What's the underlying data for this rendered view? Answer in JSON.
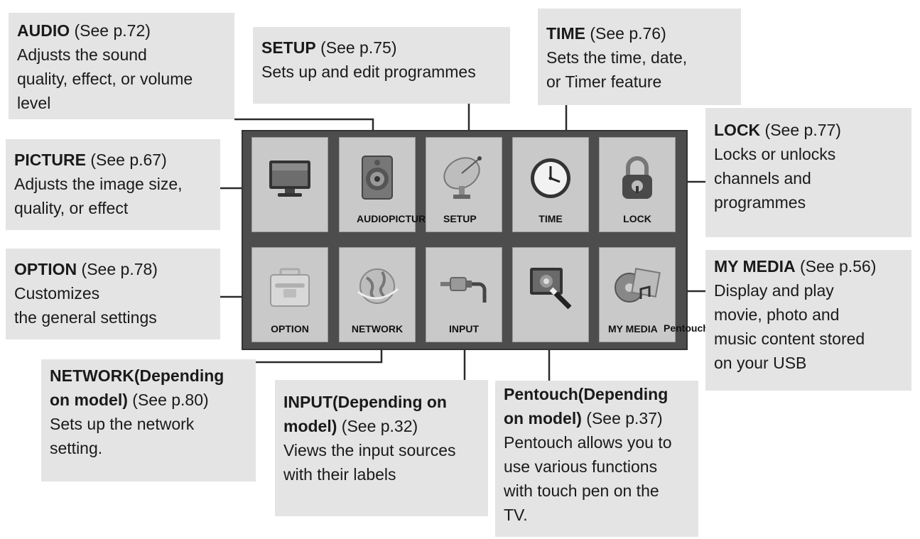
{
  "callouts": {
    "audio": {
      "title": "AUDIO",
      "ref": " (See p.72)",
      "lines": [
        "Adjusts the sound",
        "quality, effect, or volume",
        "level"
      ]
    },
    "setup": {
      "title": "SETUP",
      "ref": " (See p.75)",
      "lines": [
        "Sets up and edit programmes"
      ]
    },
    "time": {
      "title": "TIME",
      "ref": " (See p.76)",
      "lines": [
        "Sets the time, date,",
        "or Timer feature"
      ]
    },
    "lock": {
      "title": "LOCK",
      "ref": " (See p.77)",
      "lines": [
        "Locks or unlocks",
        "channels and",
        "programmes"
      ]
    },
    "picture": {
      "title": "PICTURE",
      "ref": " (See p.67)",
      "lines": [
        "Adjusts the image size,",
        "quality, or effect"
      ]
    },
    "option": {
      "title": "OPTION",
      "ref": " (See p.78)",
      "lines": [
        "Customizes",
        "the general settings"
      ]
    },
    "mymedia": {
      "title": "MY MEDIA",
      "ref": " (See p.56)",
      "lines": [
        "Display and play",
        "movie, photo and",
        "music content stored",
        "on your USB"
      ]
    },
    "network": {
      "title1": "NETWORK(Depending",
      "title2": "on model)",
      "ref": " (See p.80)",
      "lines": [
        "Sets up the network",
        "setting."
      ]
    },
    "input": {
      "title1": "INPUT(Depending on",
      "title2": "model)",
      "ref": " (See p.32)",
      "lines": [
        "Views the input sources",
        "with their labels"
      ]
    },
    "pentouch": {
      "title1": "Pentouch(Depending",
      "title2": "on model)",
      "ref": " (See p.37)",
      "lines": [
        "Pentouch allows you to",
        "use various functions",
        "with touch pen on the",
        "TV."
      ]
    }
  },
  "menu": {
    "row1": [
      {
        "key": "picture",
        "label": "",
        "icon": "tv-icon"
      },
      {
        "key": "audio",
        "label": "AUDIOPICTURE",
        "icon": "speaker-icon"
      },
      {
        "key": "setup",
        "label": "SETUP",
        "icon": "satellite-dish-icon"
      },
      {
        "key": "time",
        "label": "TIME",
        "icon": "clock-icon"
      },
      {
        "key": "lock",
        "label": "LOCK",
        "icon": "padlock-icon"
      }
    ],
    "row2": [
      {
        "key": "option",
        "label": "OPTION",
        "icon": "toolbox-icon"
      },
      {
        "key": "network",
        "label": "NETWORK",
        "icon": "globe-icon"
      },
      {
        "key": "input",
        "label": "INPUT",
        "icon": "plug-icon"
      },
      {
        "key": "pentouch",
        "label": "",
        "icon": "pen-screen-icon"
      },
      {
        "key": "mymedia",
        "label": "MY MEDIA",
        "icon": "media-icon"
      }
    ],
    "pentouch_overflow_label": "Pentouch"
  },
  "colors": {
    "callout_bg": "#e4e4e4",
    "frame": "#4d4d4d",
    "tile": "#c9c9c9",
    "leader": "#2a2a2a"
  }
}
